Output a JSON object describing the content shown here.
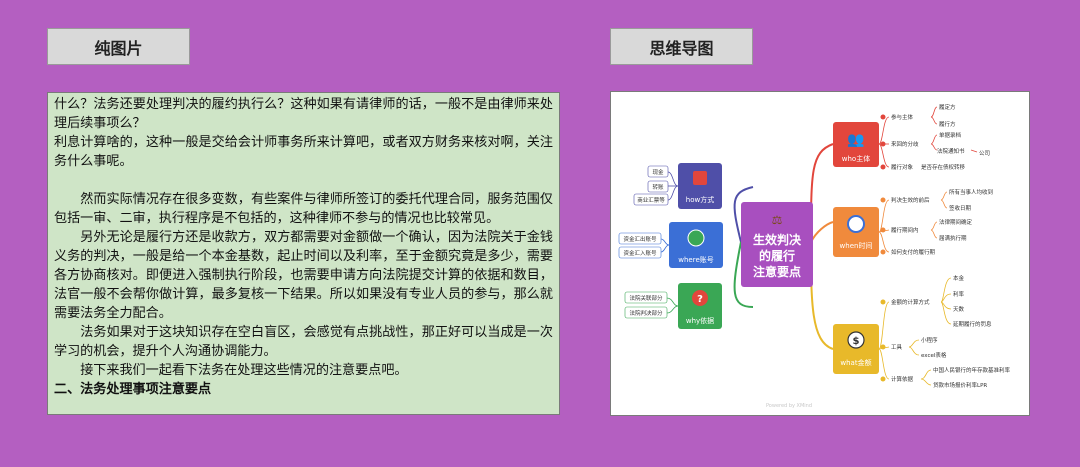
{
  "labels": {
    "left": "纯图片",
    "right": "思维导图"
  },
  "article": {
    "p1": "什么？法务还要处理判决的履约执行么？这种如果有请律师的话，一般不是由律师来处理后续事项么？",
    "p2": "利息计算啥的，这种一般是交给会计师事务所来计算吧，或者双方财务来核对啊，关注务什么事呢。",
    "p3": "然而实际情况存在很多变数，有些案件与律师所签订的委托代理合同，服务范围仅包括一审、二审，执行程序是不包括的，这种律师不参与的情况也比较常见。",
    "p4": "另外无论是履行方还是收款方，双方都需要对金额做一个确认，因为法院关于金钱义务的判决，一般是给一个本金基数，起止时间以及利率，至于金额究竟是多少，需要各方协商核对。即便进入强制执行阶段，也需要申请方向法院提交计算的依据和数目，法官一般不会帮你做计算，最多复核一下结果。所以如果没有专业人员的参与，那么就需要法务全力配合。",
    "p5": "法务如果对于这块知识存在空白盲区，会感觉有点挑战性，那正好可以当成是一次学习的机会，提升个人沟通协调能力。",
    "p6": "接下来我们一起看下法务在处理这些情况的注意要点吧。",
    "heading": "二、法务处理事项注意要点"
  },
  "mindmap": {
    "center": [
      "生效判决",
      "的履行",
      "注意要点"
    ],
    "branches": {
      "who": {
        "title": "who主体",
        "color": "#e2463c",
        "items": [
          "参与主体",
          "来回的分歧",
          "履行对象"
        ],
        "leaves": [
          "履定方",
          "履行方",
          "单据录档",
          "法院通知书",
          "公司",
          "是否存在债权转移"
        ]
      },
      "when": {
        "title": "when时间",
        "color": "#f08a3c",
        "items": [
          "判决生效的前后",
          "履行期间内",
          "如何支付的履行期"
        ],
        "leaves": [
          "所有当事人均收到",
          "签收日期",
          "法律期间确定",
          "届满执行期"
        ]
      },
      "what": {
        "title": "what金额",
        "color": "#e8b92a",
        "items": [
          "金额的计算方式",
          "工具",
          "计算依据"
        ],
        "leaves": [
          "本金",
          "利率",
          "天数",
          "延期履行的罚息",
          "小程序",
          "excel表格",
          "中国人民银行的年存款基准利率",
          "贷款市场报价利率LPR"
        ]
      },
      "how": {
        "title": "how方式",
        "color": "#4f4fa8",
        "leaves": [
          "现金",
          "转账",
          "商业汇票等"
        ]
      },
      "where": {
        "title": "where账号",
        "color": "#3b6fd6",
        "leaves": [
          "资金汇出账号",
          "资金汇入账号"
        ]
      },
      "why": {
        "title": "why依据",
        "color": "#3aa755",
        "leaves": [
          "法院关联部分",
          "法院判决部分"
        ]
      }
    },
    "watermark": "Powered by XMind"
  }
}
